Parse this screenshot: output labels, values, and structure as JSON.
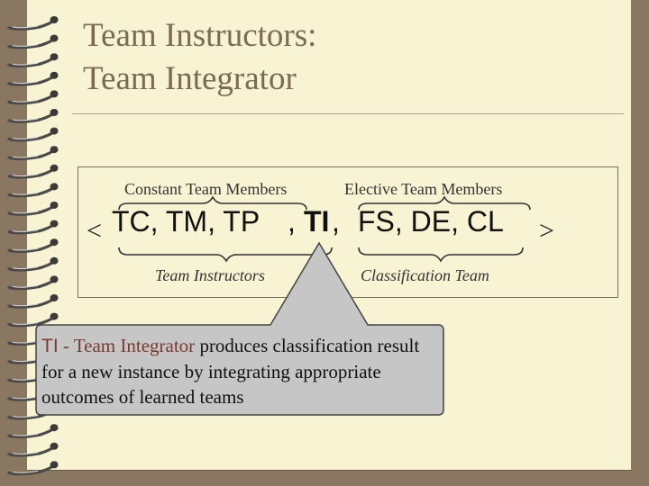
{
  "slide": {
    "title_line1": "Team Instructors:",
    "title_line2": "Team Integrator"
  },
  "diagram": {
    "constant_label": "Constant Team Members",
    "elective_label": "Elective Team Members",
    "open_angle": "<",
    "close_angle": ">",
    "constant_members": "TC, TM, TP",
    "separator": ",",
    "integrator": "TI",
    "comma_after_integrator": ",",
    "elective_members": "FS, DE, CL",
    "instructors_label": "Team Instructors",
    "classification_label": "Classification Team"
  },
  "callout": {
    "abbr": "TI",
    "dash": " - ",
    "term": "Team Integrator",
    "text": " produces classification result for a new instance by integrating appropriate outcomes of learned teams"
  },
  "colors": {
    "background": "#8a7762",
    "page": "#f7f3d3",
    "title": "#7a6b52",
    "callout_fill": "#c6c6c6",
    "highlight": "#7a3a2e"
  }
}
